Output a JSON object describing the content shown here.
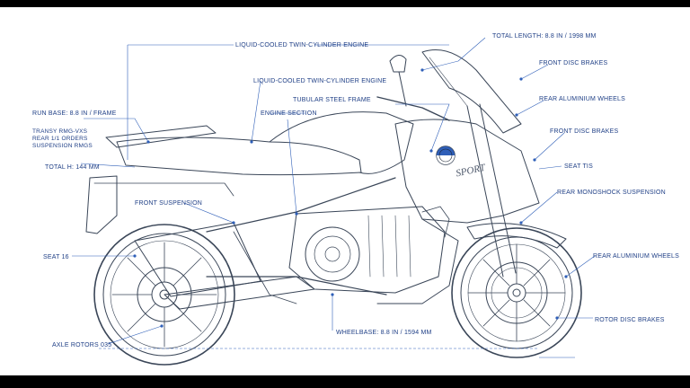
{
  "colors": {
    "ink": "#3a4658",
    "annotation": "#2f5fb8",
    "label_text": "#1f3f86",
    "background": "#ffffff"
  },
  "labels": {
    "top_engine": "LIQUID-COOLED TWIN-CYLINDER ENGINE",
    "mid_engine": "LIQUID-COOLED TWIN-CYLINDER ENGINE",
    "tubular_frame": "TUBULAR STEEL FRAME",
    "total_length": "TOTAL LENGTH: 8.8 IN / 1998 MM",
    "front_disc_brakes_top": "FRONT DISC BRAKES",
    "rear_aluminum_wheels": "REAR ALUMINIUM WHEELS",
    "front_disc_brakes": "FRONT DISC BRAKES",
    "rear_wheelbase": "RUN BASE: 8.8 IN / FRAME",
    "frame_notes": "TRANSY RMG-VXS",
    "rear_notes": "REAR 1/1 ORDERS",
    "suspension": "SUSPENSION RMGS",
    "total_height": "TOTAL H: 144 MM",
    "rear_suspension": "FRONT SUSPENSION",
    "wheel_spec": "SEAT 16",
    "axle_rotors": "AXLE ROTORS 035",
    "wheelbase": "WHEELBASE: 8.8 IN / 1594 MM",
    "gear_monoshock": "REAR MONOSHOCK SUSPENSION",
    "rear_aluminum_wheels_2": "REAR ALUMINIUM WHEELS",
    "rotor_brakes": "ROTOR DISC BRAKES",
    "seat_tag": "SEAT TIS",
    "inner_section": "ENGINE SECTION"
  },
  "badge": {
    "brand": "BMW",
    "model_script": "SPORT"
  }
}
